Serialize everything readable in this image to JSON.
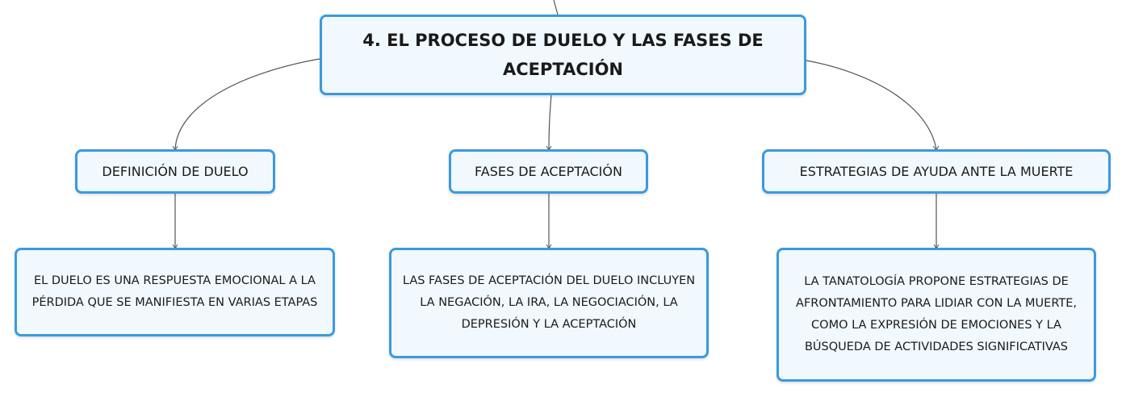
{
  "root": {
    "title": "4. EL PROCESO DE DUELO Y LAS FASES DE ACEPTACIÓN"
  },
  "branches": [
    {
      "label": "DEFINICIÓN DE DUELO",
      "detail": "EL DUELO ES UNA RESPUESTA EMOCIONAL A LA PÉRDIDA QUE SE MANIFIESTA EN VARIAS ETAPAS"
    },
    {
      "label": "FASES DE ACEPTACIÓN",
      "detail": "LAS FASES DE ACEPTACIÓN DEL DUELO INCLUYEN LA NEGACIÓN, LA IRA, LA NEGOCIACIÓN, LA DEPRESIÓN Y LA ACEPTACIÓN"
    },
    {
      "label": "ESTRATEGIAS DE AYUDA ANTE LA MUERTE",
      "detail": "LA TANATOLOGÍA PROPONE ESTRATEGIAS DE AFRONTAMIENTO PARA LIDIAR CON LA MUERTE, COMO LA EXPRESIÓN DE EMOCIONES Y LA BÚSQUEDA DE ACTIVIDADES SIGNIFICATIVAS"
    }
  ],
  "colors": {
    "node_border": "#3a9ae0",
    "node_fill": "#f1f8fe",
    "connector": "#555555"
  }
}
